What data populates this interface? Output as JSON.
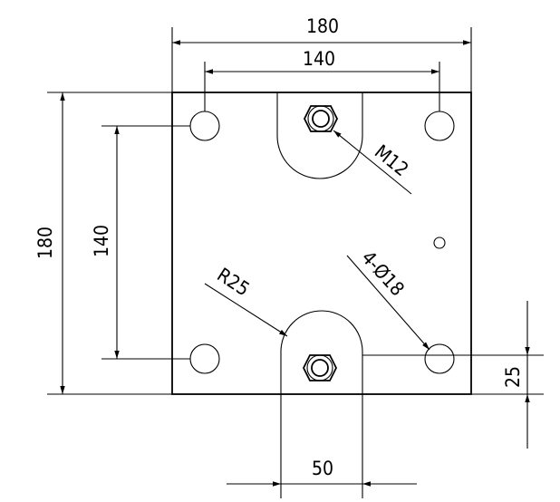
{
  "drawing": {
    "dimensions": {
      "overall_width": "180",
      "hole_spacing_horizontal": "140",
      "overall_height": "180",
      "hole_spacing_vertical": "140",
      "slot_width": "50",
      "hole_offset_from_bottom": "25"
    },
    "callouts": {
      "thread": "M12",
      "slot_radius": "R25",
      "holes": "4-Ø18"
    }
  }
}
